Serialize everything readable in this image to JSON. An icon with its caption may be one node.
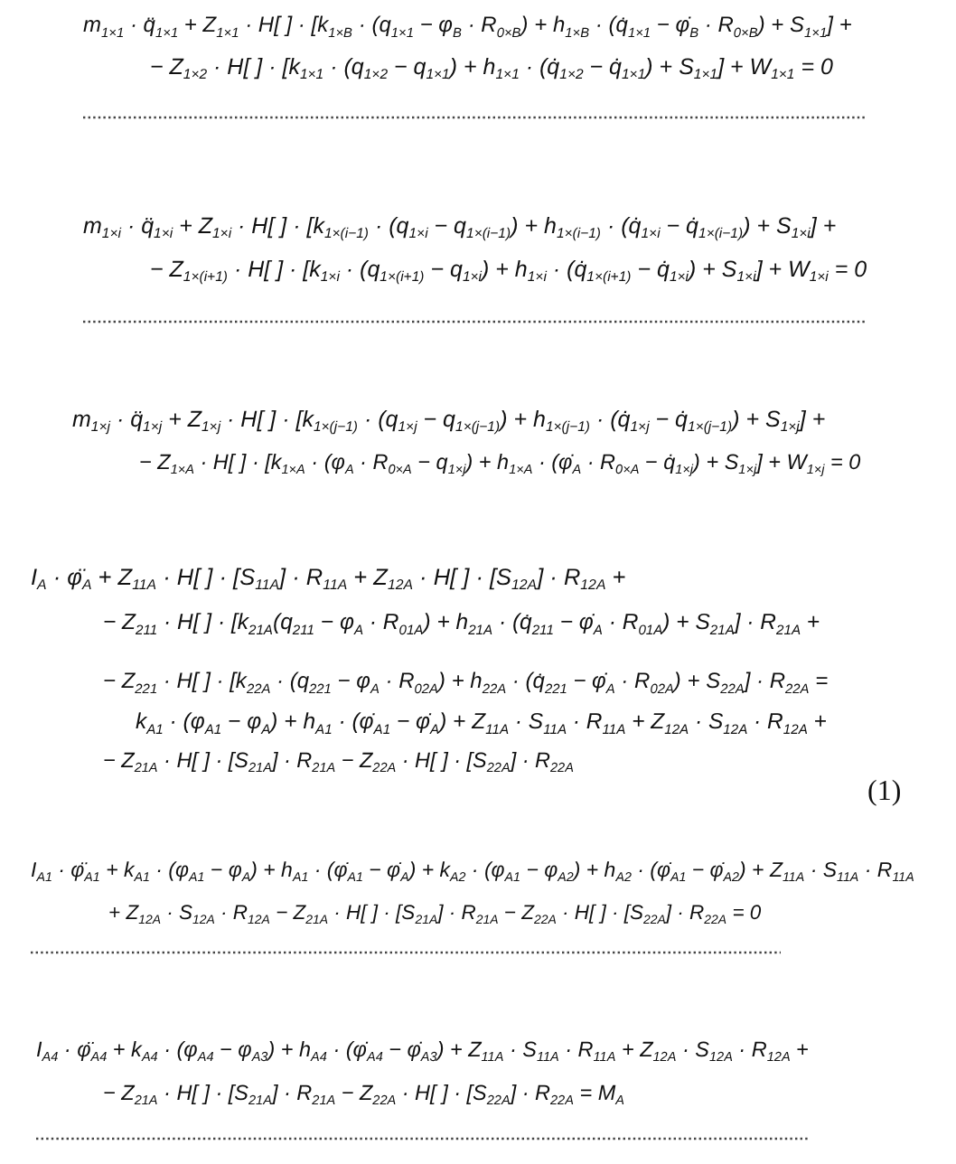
{
  "diagram": {
    "labels": [
      "m$_{1×1}$ · q̈$_{1×1}$ + Z$_{1×1}$ · H[ ] · [k$_{1×B}$ · (q$_{1×1}$ − φ$_{B}$ · R$_{0×B}$) + h$_{1×B}$ · (q̇$_{1×1}$ − φ̇$_{B}$ · R$_{0×B}$) + S$_{1×1}$] +",
      "− Z$_{1×2}$ · H[ ] · [k$_{1×1}$ · (q$_{1×2}$ − q$_{1×1}$) + h$_{1×1}$ · (q̇$_{1×2}$ − q̇$_{1×1}$) + S$_{1×1}$] + W$_{1×1}$ = 0",
      "m$_{1×i}$ · q̈$_{1×i}$ + Z$_{1×i}$ · H[ ] · [k$_{1×(i−1)}$ · (q$_{1×i}$ − q$_{1×(i−1)}$) + h$_{1×(i−1)}$ · (q̇$_{1×i}$ − q̇$_{1×(i−1)}$) + S$_{1×i}$] +",
      "− Z$_{1×(i+1)}$ · H[ ] · [k$_{1×i}$ · (q$_{1×(i+1)}$ − q$_{1×i}$) + h$_{1×i}$ · (q̇$_{1×(i+1)}$ − q̇$_{1×i}$) + S$_{1×i}$] + W$_{1×i}$ = 0",
      "m$_{1×j}$ · q̈$_{1×j}$ + Z$_{1×j}$ · H[ ] · [k$_{1×(j−1)}$ · (q$_{1×j}$ − q$_{1×(j−1)}$) + h$_{1×(j−1)}$ · (q̇$_{1×j}$ − q̇$_{1×(j−1)}$) + S$_{1×j}$] +",
      "− Z$_{1×A}$ · H[ ] · [k$_{1×A}$ · (φ$_{A}$ · R$_{0×A}$ − q$_{1×j}$) + h$_{1×A}$ · (φ̇$_{A}$ · R$_{0×A}$ − q̇$_{1×j}$) + S$_{1×j}$] + W$_{1×j}$ = 0",
      "I$_{A}$ · φ̈$_{A}$ + Z$_{11A}$ · H[ ] · [S$_{11A}$] · R$_{11A}$ + Z$_{12A}$ · H[ ] · [S$_{12A}$] · R$_{12A}$ +",
      "− Z$_{211}$ · H[ ] · [k$_{21A}$(q$_{211}$ − φ$_{A}$ · R$_{01A}$) + h$_{21A}$ · (q̇$_{211}$ − φ̇$_{A}$ · R$_{01A}$) + S$_{21A}$] · R$_{21A}$ +",
      "− Z$_{221}$ · H[ ] · [k$_{22A}$ · (q$_{221}$ − φ$_{A}$ · R$_{02A}$) + h$_{22A}$ · (q̇$_{221}$ − φ̇$_{A}$ · R$_{02A}$) + S$_{22A}$] · R$_{22A}$ =",
      "k$_{A1}$ · (φ$_{A1}$ − φ$_{A}$) + h$_{A1}$ · (φ̇$_{A1}$ − φ̇$_{A}$) + Z$_{11A}$ · S$_{11A}$ · R$_{11A}$ + Z$_{12A}$ · S$_{12A}$ · R$_{12A}$ +",
      "− Z$_{21A}$ · H[ ] · [S$_{21A}$] · R$_{21A}$ − Z$_{22A}$ · H[ ] · [S$_{22A}$] · R$_{22A}$",
      "(1)",
      "I$_{A1}$ · φ̈$_{A1}$ + k$_{A1}$ · (φ$_{A1}$ − φ$_{A}$) + h$_{A1}$ · (φ̇$_{A1}$ − φ̇$_{A}$) + k$_{A2}$ · (φ$_{A1}$ − φ$_{A2}$) + h$_{A2}$ · (φ̇$_{A1}$ − φ̇$_{A2}$) + Z$_{11A}$ · S$_{11A}$ · R$_{11A}$",
      "+ Z$_{12A}$ · S$_{12A}$ · R$_{12A}$ − Z$_{21A}$ · H[ ] · [S$_{21A}$] · R$_{21A}$ − Z$_{22A}$ · H[ ] · [S$_{22A}$] · R$_{22A}$ = 0",
      "I$_{A4}$ · φ̈$_{A4}$ + k$_{A4}$ · (φ$_{A4}$ − φ$_{A3}$) + h$_{A4}$ · (φ̇$_{A4}$ − φ̇$_{A3}$) + Z$_{11A}$ · S$_{11A}$ · R$_{11A}$ + Z$_{12A}$ · S$_{12A}$ · R$_{12A}$ +",
      "− Z$_{21A}$ · H[ ] · [S$_{21A}$] · R$_{21A}$ − Z$_{22A}$ · H[ ] · [S$_{22A}$] · R$_{22A}$ = M$_{A}$"
    ]
  }
}
